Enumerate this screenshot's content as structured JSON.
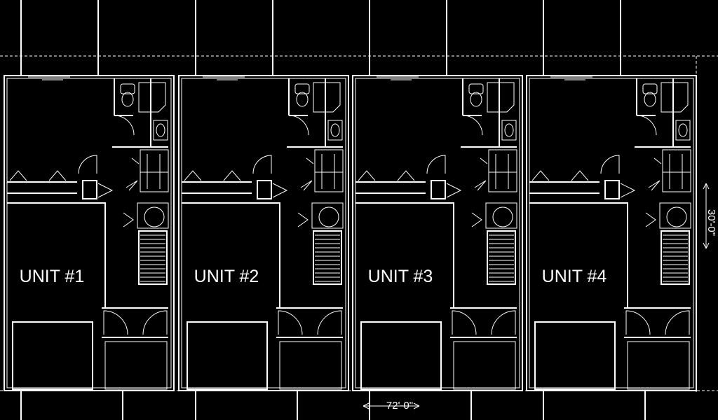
{
  "units": [
    {
      "label": "UNIT #1"
    },
    {
      "label": "UNIT #2"
    },
    {
      "label": "UNIT #3"
    },
    {
      "label": "UNIT #4"
    }
  ],
  "dimensions": {
    "width": "72'-0\"",
    "depth": "30'-0\""
  },
  "colors": {
    "background": "#000000",
    "lines": "#ffffff"
  }
}
